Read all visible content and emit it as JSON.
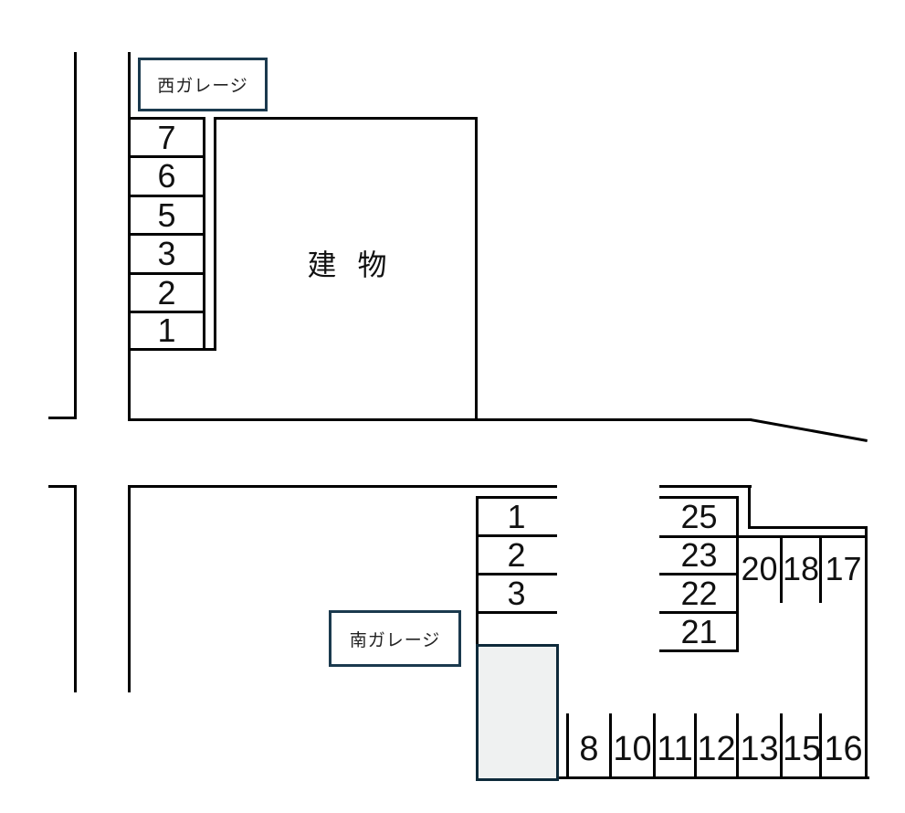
{
  "diagram_title": "parking-layout",
  "colors": {
    "background": "#ffffff",
    "line": "#000000",
    "label_box_border": "#1b3a4e",
    "reserved_block_border": "#0e2a3a",
    "reserved_block_fill": "#eff1f1"
  },
  "building": {
    "label": "建 物"
  },
  "west_garage": {
    "label": "西ガレージ",
    "spaces": [
      "7",
      "6",
      "5",
      "3",
      "2",
      "1"
    ]
  },
  "south_garage": {
    "label": "南ガレージ",
    "left_column": [
      "1",
      "2",
      "3"
    ],
    "right_column": [
      "25",
      "23",
      "22",
      "21"
    ],
    "top_row": [
      "20",
      "18",
      "17"
    ],
    "bottom_row": [
      "8",
      "10",
      "11",
      "12",
      "13",
      "15",
      "16"
    ]
  }
}
